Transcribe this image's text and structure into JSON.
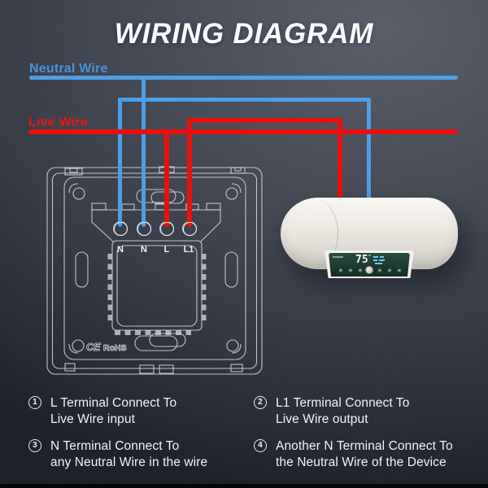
{
  "title": "WIRING DIAGRAM",
  "wire_labels": {
    "neutral": "Neutral Wire",
    "live": "Live Wire"
  },
  "colors": {
    "neutral_wire_blue": "#4f9de4",
    "live_wire_red": "#e8100f",
    "background_dark": "#272b35",
    "outline_white": "#d7dade",
    "heater_body": "#efece6",
    "display_green": "#1c3b31"
  },
  "switch": {
    "terminal_labels": [
      "N",
      "N",
      "L",
      "L1"
    ],
    "ce_mark": "CE",
    "rohs_mark": "RoHS"
  },
  "heater": {
    "display_temperature": "75"
  },
  "notes": [
    {
      "num": "1",
      "line1": "L Terminal Connect To",
      "line2": "Live Wire input"
    },
    {
      "num": "2",
      "line1": "L1 Terminal Connect To",
      "line2": "Live Wire output"
    },
    {
      "num": "3",
      "line1": "N Terminal Connect To",
      "line2": "any Neutral Wire in the wire"
    },
    {
      "num": "4",
      "line1": "Another N Terminal Connect To",
      "line2": "the Neutral Wire of the Device"
    }
  ]
}
